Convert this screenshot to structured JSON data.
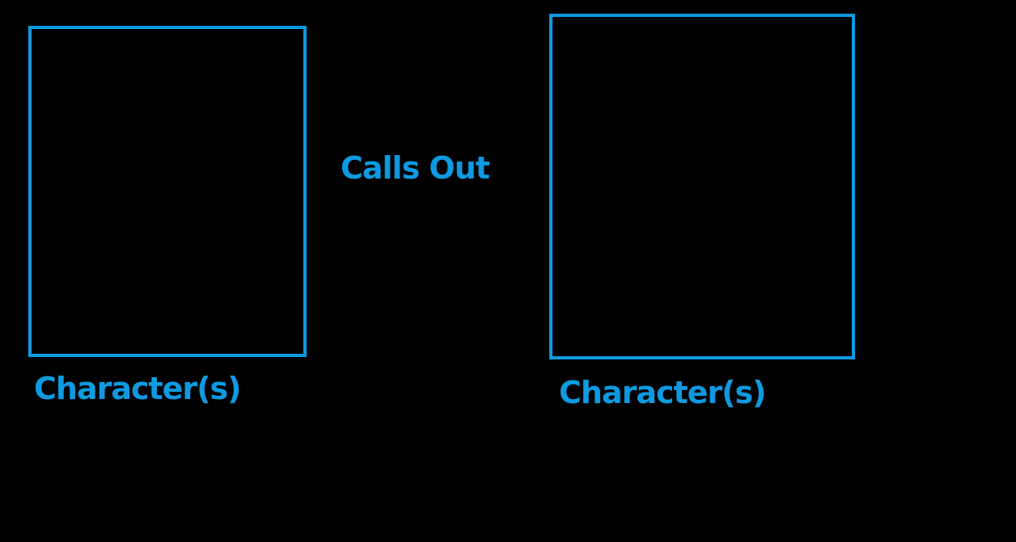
{
  "diagram": {
    "left": {
      "label": "Character(s)"
    },
    "relation": {
      "label": "Calls Out"
    },
    "right": {
      "label": "Character(s)"
    }
  },
  "colors": {
    "background": "#000000",
    "accent": "#0E9AE0"
  }
}
